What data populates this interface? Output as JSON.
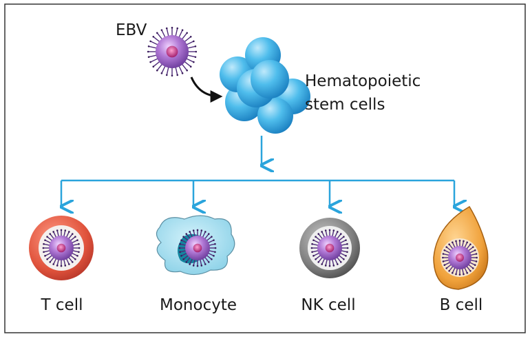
{
  "virus": {
    "label": "EBV"
  },
  "stem": {
    "line1": "Hematopoietic",
    "line2": "stem cells"
  },
  "cells": [
    {
      "label": "T cell"
    },
    {
      "label": "Monocyte"
    },
    {
      "label": "NK cell"
    },
    {
      "label": "B cell"
    }
  ],
  "colors": {
    "arrow": "#2aa4dc",
    "border": "#333333",
    "stem": "#3bb0e6",
    "virus": "#9b5fc0",
    "t_cell": "#e35a44",
    "monocyte": "#9fdcee",
    "nk_cell": "#8a8a8a",
    "b_cell": "#f0a23c"
  }
}
